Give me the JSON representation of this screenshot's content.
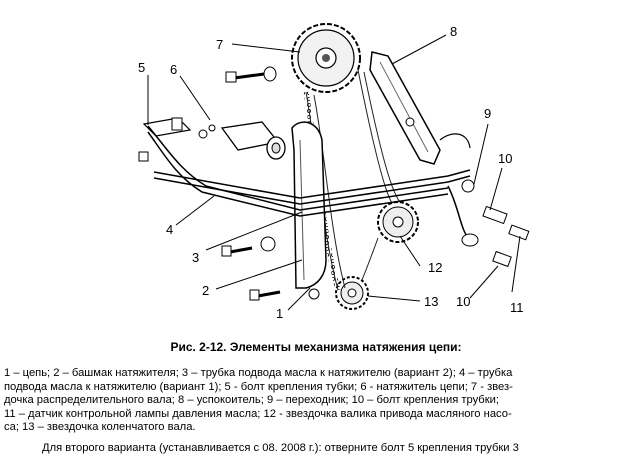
{
  "figure": {
    "callouts": [
      "1",
      "2",
      "3",
      "4",
      "5",
      "6",
      "7",
      "8",
      "9",
      "10",
      "10",
      "11",
      "12",
      "13"
    ]
  },
  "caption": "Рис. 2-12. Элементы механизма натяжения цепи:",
  "legend": [
    "1 – цепь; 2 – башмак натяжителя; 3 – трубка подвода масла к натяжителю (вариант 2); 4 – трубка",
    "подвода масла к натяжителю (вариант 1); 5 - болт крепления тубки; 6 - натяжитель цепи; 7 - звез-",
    "дочка распределительного вала; 8 – успокоитель; 9 – переходник; 10 – болт крепления трубки;",
    "11 – датчик контрольной лампы давления масла; 12 - звездочка валика привода масляного насо-",
    "са; 13 – звездочка коленчатого вала."
  ],
  "continuation": "Для второго варианта (устанавливается с 08. 2008 г.): отверните болт 5 крепления трубки 3"
}
